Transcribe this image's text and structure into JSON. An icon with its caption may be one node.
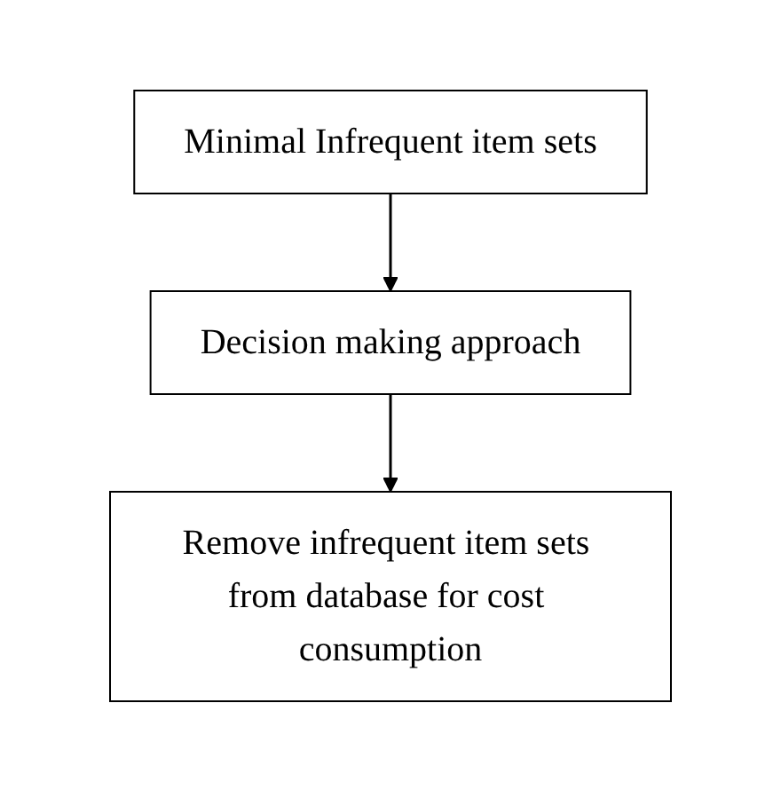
{
  "diagram": {
    "nodes": [
      {
        "text": [
          "Minimal Infrequent item sets"
        ]
      },
      {
        "text": [
          "Decision making approach"
        ]
      },
      {
        "text": [
          "Remove infrequent item sets from database for cost consumption"
        ]
      }
    ],
    "edges": [
      {
        "from": 0,
        "to": 1,
        "arrow": "to"
      },
      {
        "from": 1,
        "to": 2,
        "arrow": "to"
      }
    ]
  }
}
